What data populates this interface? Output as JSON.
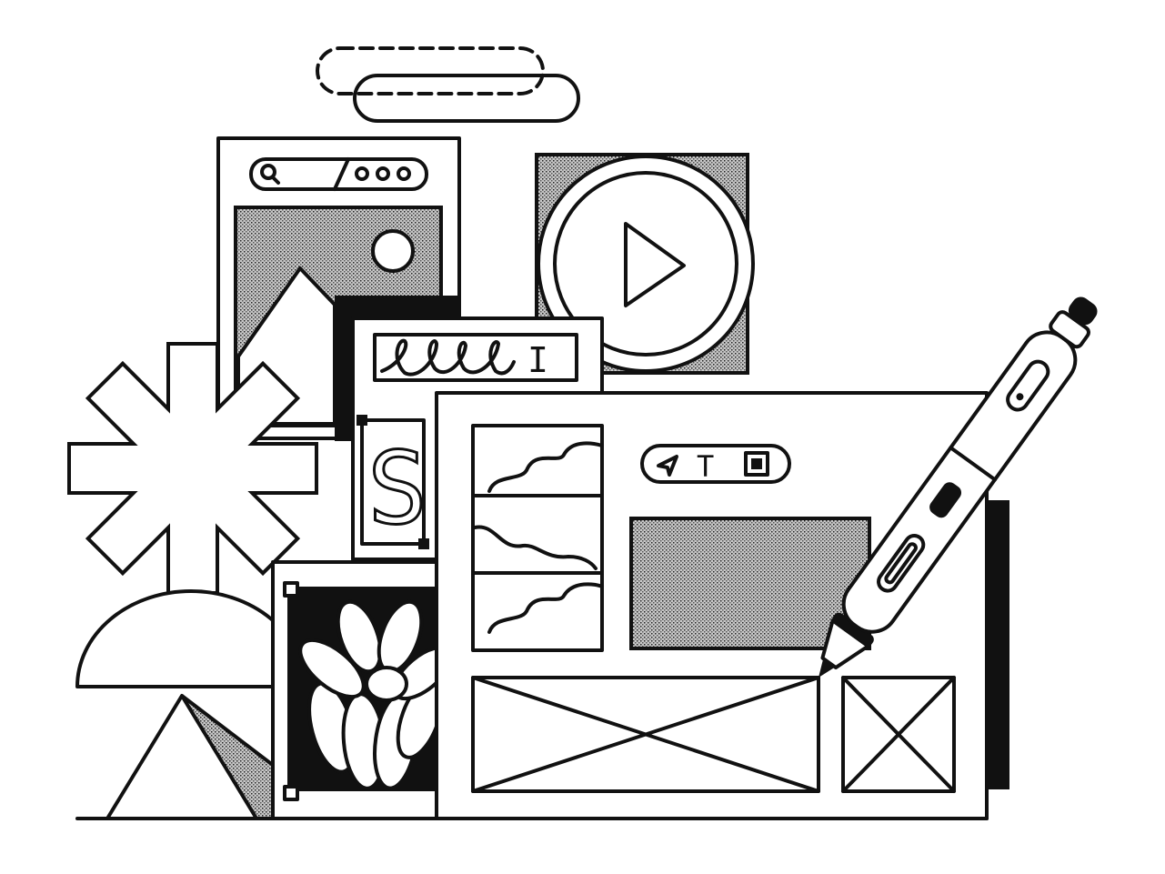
{
  "illustration": {
    "glyphs": {
      "letter_s": "S",
      "text_cursor": "I",
      "text_tool": "T"
    }
  },
  "colors": {
    "ink": "#111111",
    "paper": "#ffffff",
    "stipple": "#9a9a9a"
  }
}
